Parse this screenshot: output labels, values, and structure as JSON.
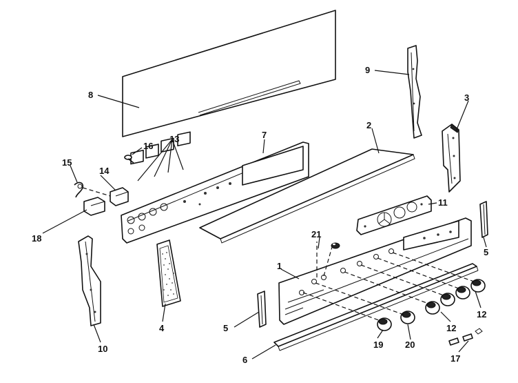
{
  "callouts": {
    "c1": "1",
    "c2": "2",
    "c3": "3",
    "c5a": "5",
    "c5b": "5",
    "c6": "6",
    "c7": "7",
    "c8": "8",
    "c9": "9",
    "c10": "10",
    "c11": "11",
    "c12a": "12",
    "c12b": "12",
    "c13": "13",
    "c14": "14",
    "c15": "15",
    "c16": "16",
    "c17": "17",
    "c18": "18",
    "c19": "19",
    "c20": "20",
    "c21": "21",
    "c4": "4"
  }
}
